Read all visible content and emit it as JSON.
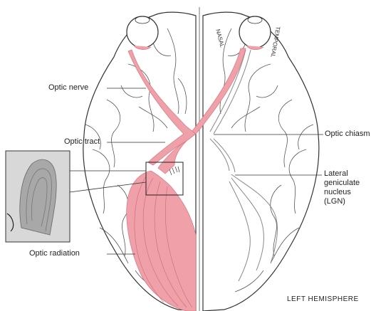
{
  "labels": {
    "optic_nerve": "Optic nerve",
    "optic_tract": "Optic tract",
    "optic_chiasm": "Optic chiasm",
    "lgn": "Lateral geniculate nucleus (LGN)",
    "optic_radiation": "Optic radiation",
    "left_hemisphere": "LEFT HEMISPHERE",
    "nasal": "NASAL",
    "temporal": "TEMPORAL"
  },
  "colors": {
    "pathway": "#f0a0a8",
    "pathway_stroke": "#d77e88",
    "outline": "#333333",
    "background": "#ffffff"
  }
}
